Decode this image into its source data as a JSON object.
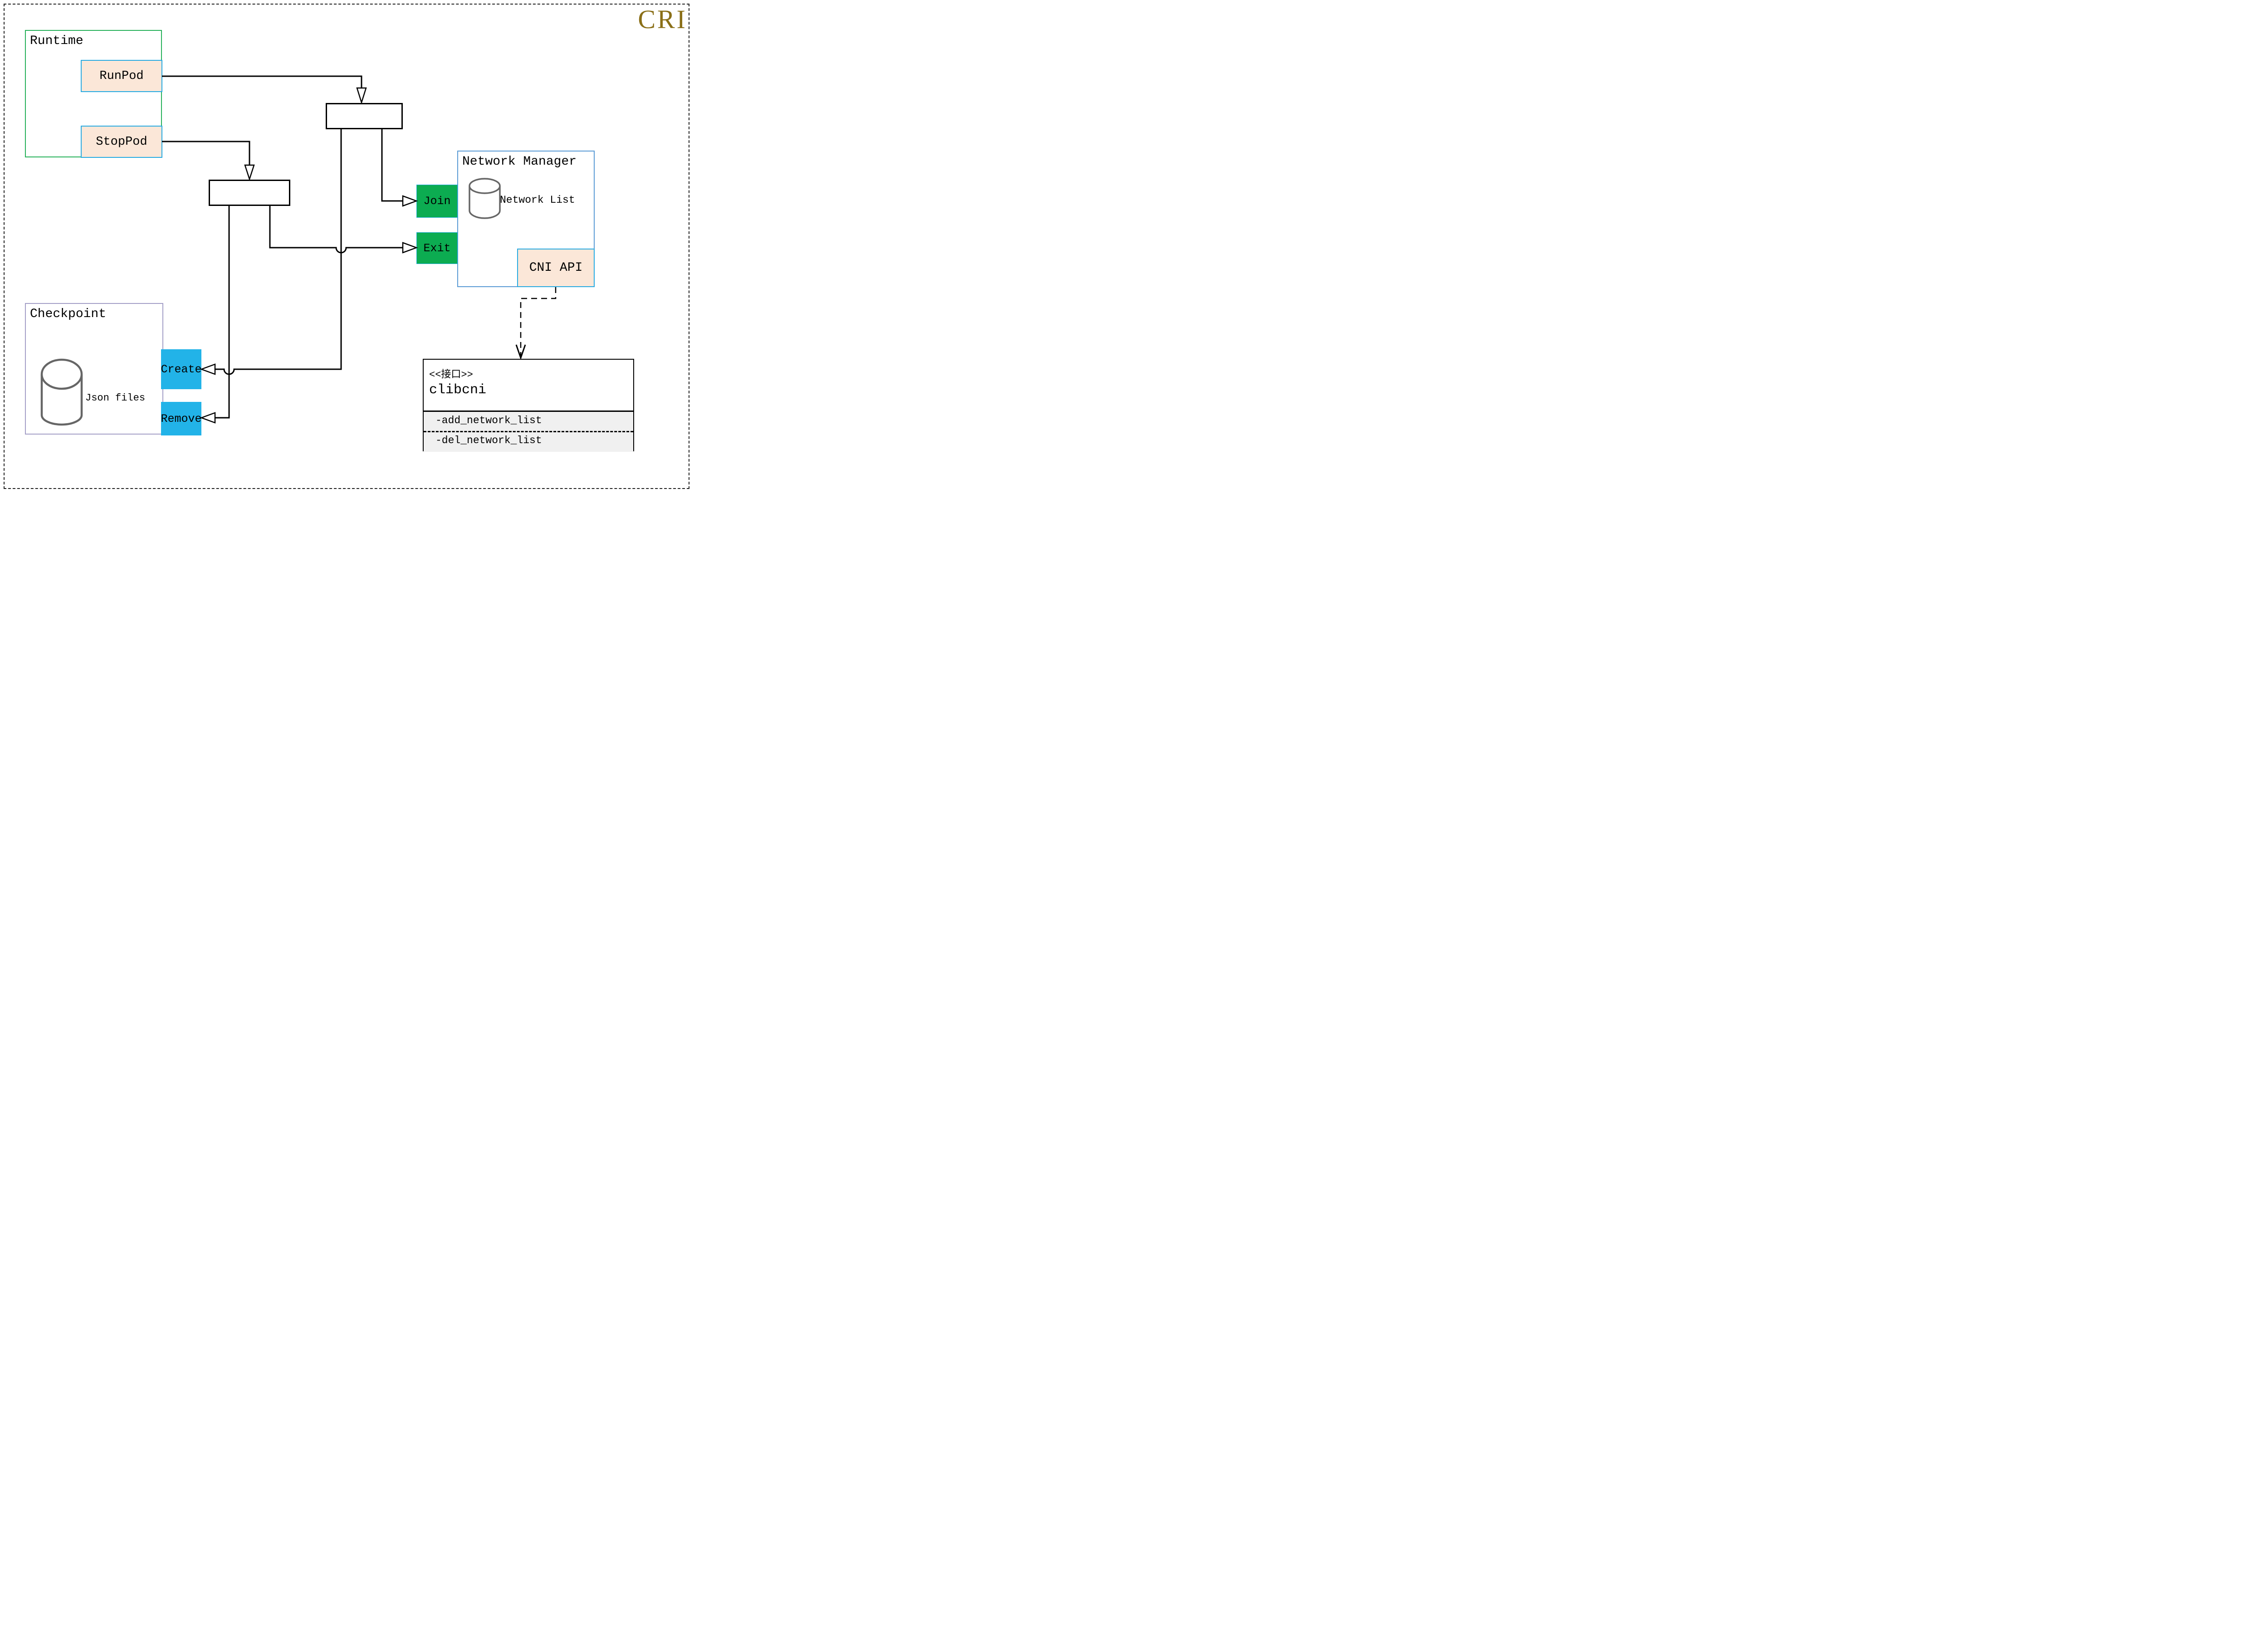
{
  "title": "CRI",
  "runtime": {
    "label": "Runtime",
    "run_pod": "RunPod",
    "stop_pod": "StopPod"
  },
  "network_manager": {
    "label": "Network Manager",
    "join": "Join",
    "exit": "Exit",
    "network_list": "Network List",
    "cni_api": "CNI API"
  },
  "checkpoint": {
    "label": "Checkpoint",
    "json_files": "Json files",
    "create": "Create",
    "remove": "Remove"
  },
  "interface_box": {
    "stereotype": "<<接口>>",
    "name": "clibcni",
    "methods": [
      "-add_network_list",
      "-del_network_list"
    ]
  },
  "colors": {
    "title_gold": "#8A6F17",
    "green_fill": "#0CAC51",
    "blue_fill": "#22B3E8",
    "peach_fill": "#FBE7D8",
    "cyan_border": "#29ABE2",
    "runtime_border": "#27B15A",
    "network_manager_border": "#5B9BD5",
    "checkpoint_border": "#A49FC7",
    "interface_section_fill": "#F0F0F0"
  }
}
